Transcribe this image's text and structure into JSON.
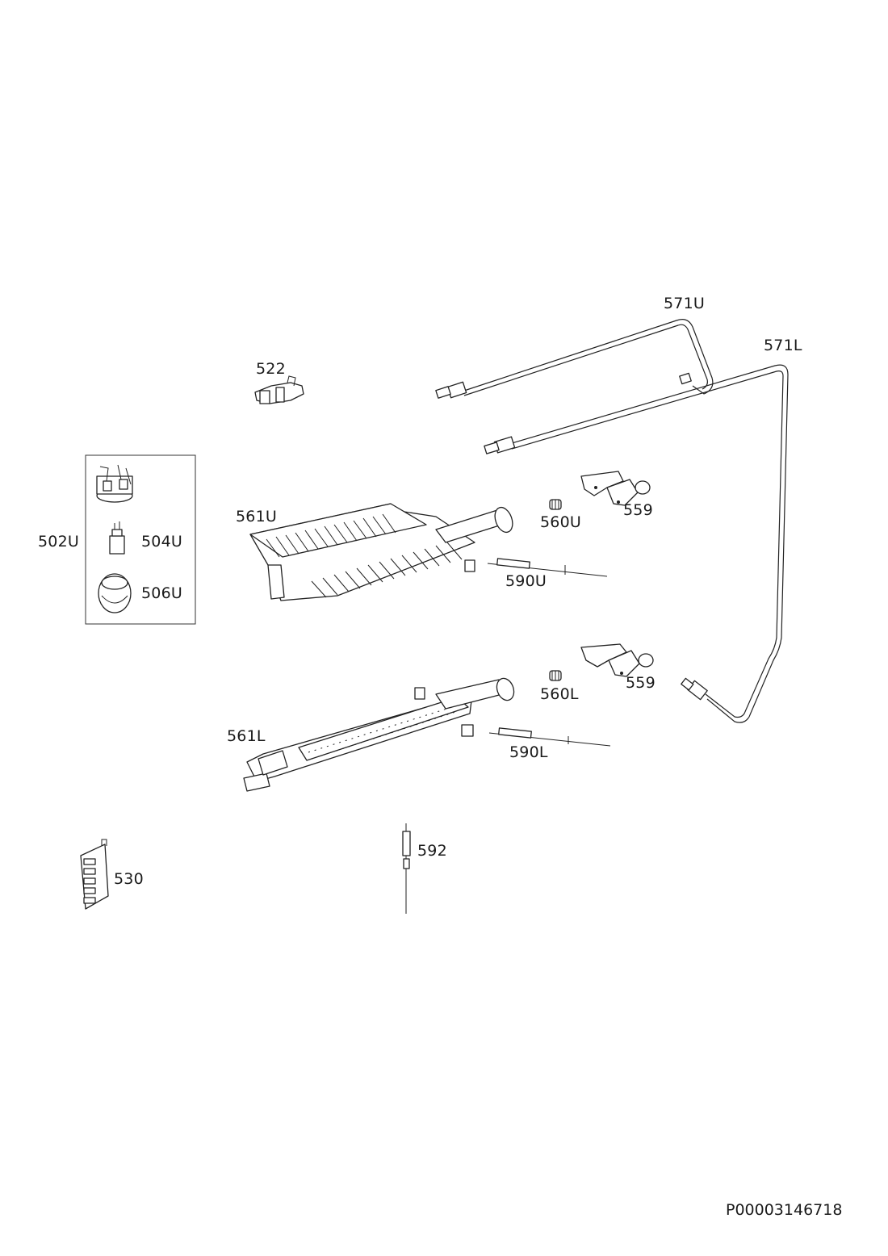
{
  "labels": {
    "p571U": "571U",
    "p571L": "571L",
    "p522": "522",
    "p502U": "502U",
    "p504U": "504U",
    "p506U": "506U",
    "p561U": "561U",
    "p560U": "560U",
    "p559a": "559",
    "p590U": "590U",
    "p559b": "559",
    "p560L": "560L",
    "p561L": "561L",
    "p590L": "590L",
    "p592": "592",
    "p530": "530"
  },
  "document_id": "P00003146718"
}
